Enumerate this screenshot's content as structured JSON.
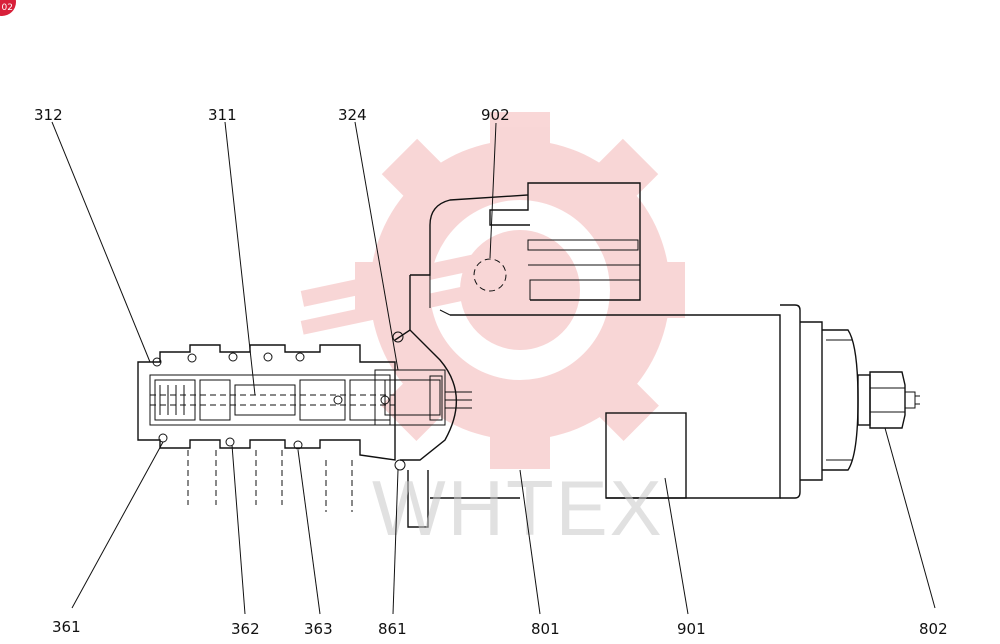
{
  "badge": {
    "text": "02",
    "color": "#d8203a"
  },
  "watermark": {
    "text": "WHTEX",
    "logo_color": "#f4b6b6"
  },
  "labels": {
    "l312": "312",
    "l311": "311",
    "l324": "324",
    "l902": "902",
    "l361": "361",
    "l362": "362",
    "l363": "363",
    "l861": "861",
    "l801": "801",
    "l901": "901",
    "l802": "802"
  }
}
